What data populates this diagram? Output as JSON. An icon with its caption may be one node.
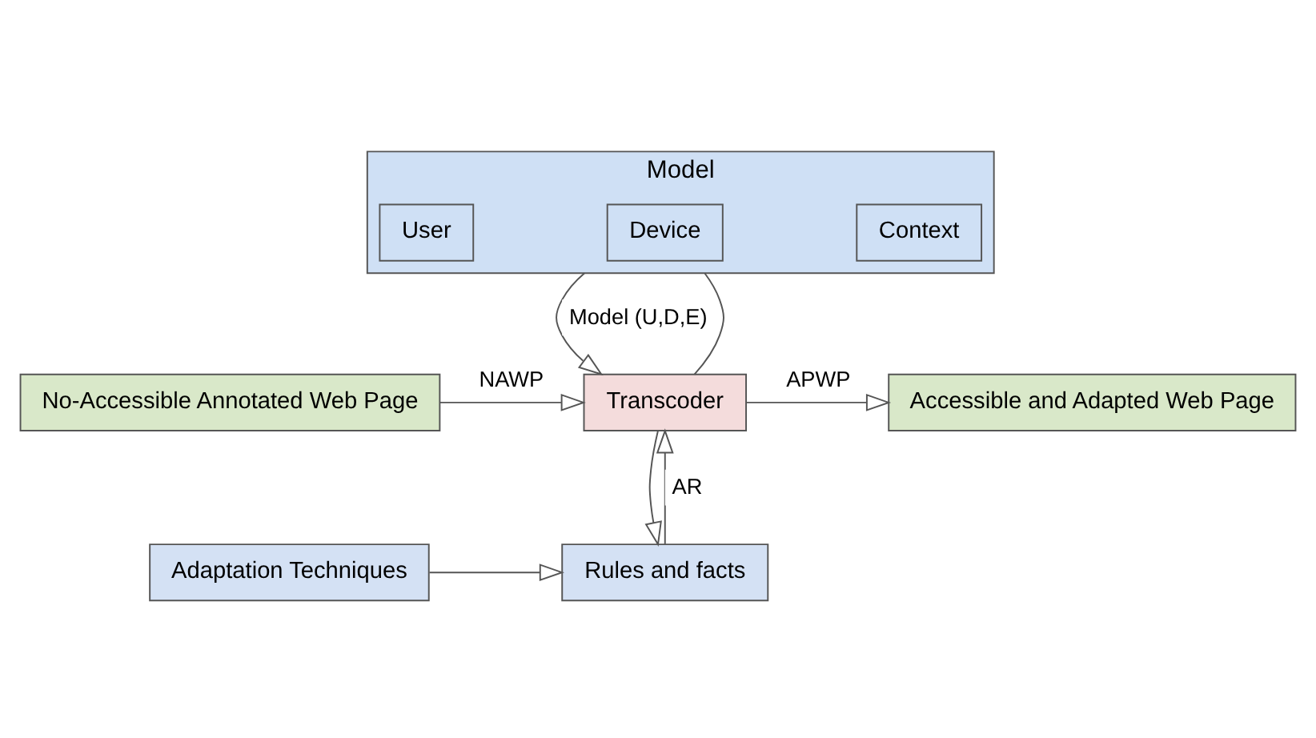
{
  "diagram": {
    "nodes": [
      {
        "text": [
          "Model"
        ]
      },
      {
        "text": [
          "User"
        ],
        "in": 0
      },
      {
        "text": [
          "Device"
        ],
        "in": 0
      },
      {
        "text": [
          "Context"
        ],
        "in": 0
      },
      {
        "text": [
          "No-Accessible Annotated Web Page"
        ]
      },
      {
        "text": [
          "Transcoder"
        ]
      },
      {
        "text": [
          "Accessible and Adapted Web Page"
        ]
      },
      {
        "text": [
          "Adaptation Techniques"
        ]
      },
      {
        "text": [
          "Rules and facts"
        ]
      }
    ],
    "edges": [
      {
        "from": 0,
        "to": 5,
        "arrow": "to",
        "label": "Model (U,D,E)"
      },
      {
        "from": 0,
        "to": 5,
        "arrow": "none"
      },
      {
        "from": 4,
        "to": 5,
        "arrow": "to",
        "label": "NAWP"
      },
      {
        "from": 5,
        "to": 6,
        "arrow": "to",
        "label": "APWP"
      },
      {
        "from": 8,
        "to": 5,
        "arrow": "to",
        "label": "AR"
      },
      {
        "from": 5,
        "to": 8,
        "arrow": "to"
      },
      {
        "from": 7,
        "to": 8,
        "arrow": "to"
      }
    ]
  }
}
